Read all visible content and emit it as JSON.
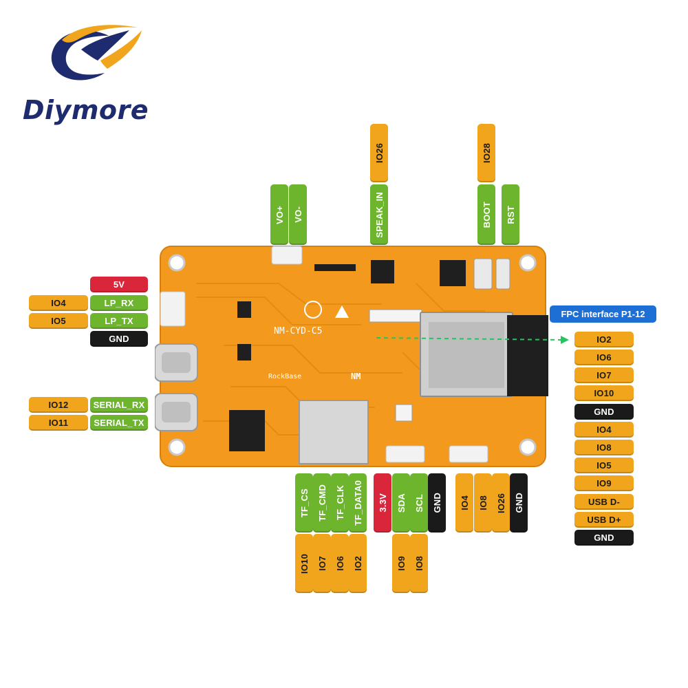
{
  "brand": {
    "name": "Diymore"
  },
  "board": {
    "silk_name": "NM-CYD-C5",
    "silk_sub": "RockBase",
    "silk_logo": "NM"
  },
  "fpc_label": "FPC interface P1-12",
  "colors": {
    "io": "#f0a51c",
    "function": "#6cb52d",
    "power": "#d9263b",
    "ground": "#1a1a1a",
    "fpc": "#1d6fd6",
    "board": "#f39a1e"
  },
  "left_pins": {
    "power": "5V",
    "lp_rx_io": "IO4",
    "lp_rx": "LP_RX",
    "lp_tx_io": "IO5",
    "lp_tx": "LP_TX",
    "gnd": "GND",
    "serial_rx_io": "IO12",
    "serial_rx": "SERIAL_RX",
    "serial_tx_io": "IO11",
    "serial_tx": "SERIAL_TX"
  },
  "top_pins": {
    "vo_plus": "VO+",
    "vo_minus": "VO-",
    "speak_io": "IO26",
    "speak_in": "SPEAK_IN",
    "boot_io": "IO28",
    "boot": "BOOT",
    "rst": "RST"
  },
  "fpc_pins": [
    "IO2",
    "IO6",
    "IO7",
    "IO10",
    "GND",
    "IO4",
    "IO8",
    "IO5",
    "IO9",
    "USB D-",
    "USB D+",
    "GND"
  ],
  "bottom_pins": {
    "tf_cs": "TF_CS",
    "tf_cmd": "TF_CMD",
    "tf_clk": "TF_CLK",
    "tf_data0": "TF_DATA0",
    "tf_cs_io": "IO10",
    "tf_cmd_io": "IO7",
    "tf_clk_io": "IO6",
    "tf_data0_io": "IO2",
    "v33": "3.3V",
    "sda": "SDA",
    "scl": "SCL",
    "gnd1": "GND",
    "sda_io": "IO9",
    "scl_io": "IO8",
    "p1_io4": "IO4",
    "p1_io8": "IO8",
    "p1_io26": "IO26",
    "gnd2": "GND"
  }
}
